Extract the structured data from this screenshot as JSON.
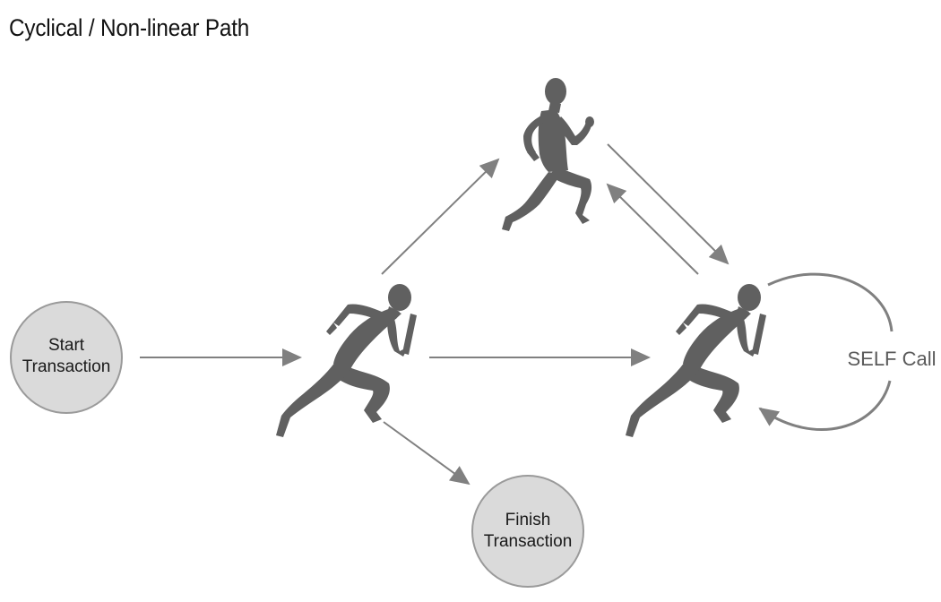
{
  "title": "Cyclical / Non-linear Path",
  "nodes": {
    "start": {
      "line1": "Start",
      "line2": "Transaction"
    },
    "finish": {
      "line1": "Finish",
      "line2": "Transaction"
    }
  },
  "self_call": {
    "label": "SELF Call"
  },
  "colors": {
    "runner": "#606060",
    "arrow": "#808080",
    "circle_fill": "#dadada",
    "circle_stroke": "#9a9a9a"
  },
  "icons": [
    "runner-with-baton-icon",
    "runner-icon",
    "runner-with-baton-icon"
  ]
}
